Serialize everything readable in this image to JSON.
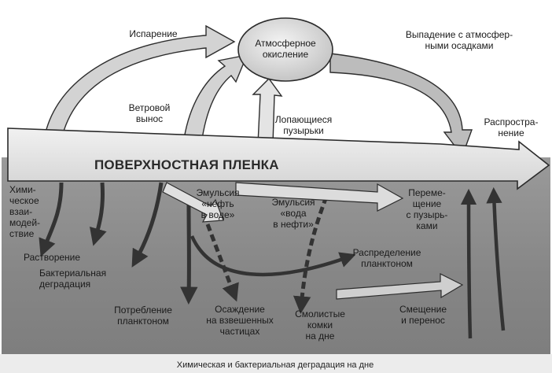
{
  "diagram": {
    "labels": {
      "evaporation": "Испарение",
      "atm_oxidation": "Атмосферное\nокисление",
      "precipitation": "Выпадение с атмосфер-\nными осадками",
      "wind_transfer": "Ветровой\nвынос",
      "bursting_bubbles": "Лопающиеся\nпузырьки",
      "spreading": "Распростра-\nнение",
      "surface_film": "ПОВЕРХНОСТНАЯ ПЛЕНКА",
      "chemical_interaction": "Хими-\nческое\nвзаи-\nмодей-\nствие",
      "emulsion_oil_in_water": "Эмульсия\n«нефть\nв воде»",
      "emulsion_water_in_oil": "Эмульсия\n«вода\nв нефти»",
      "movement_with_bubbles": "Переме-\nщение\nс пузырь-\nками",
      "dissolution": "Растворение",
      "bacterial_degradation": "Бактериальная\nдеградация",
      "plankton_distribution": "Распределение\nпланктоном",
      "plankton_consumption": "Потребление\nпланктоном",
      "sedimentation_on_particles": "Осаждение\nна взвешенных\nчастицах",
      "tar_balls": "Смолистые\nкомки\nна дне",
      "displacement_transfer": "Смещение\nи перенос",
      "bottom_caption": "Химическая и бактериальная деградация на дне"
    },
    "colors": {
      "water": "#8e8e8e",
      "water_dark": "#7a7a7a",
      "film": "#e2e2e2",
      "arrow_light": "#cfcfcf",
      "arrow_dark": "#3a3a3a",
      "outline": "#2a2a2a",
      "bottom_band": "#e6e6e6"
    }
  }
}
